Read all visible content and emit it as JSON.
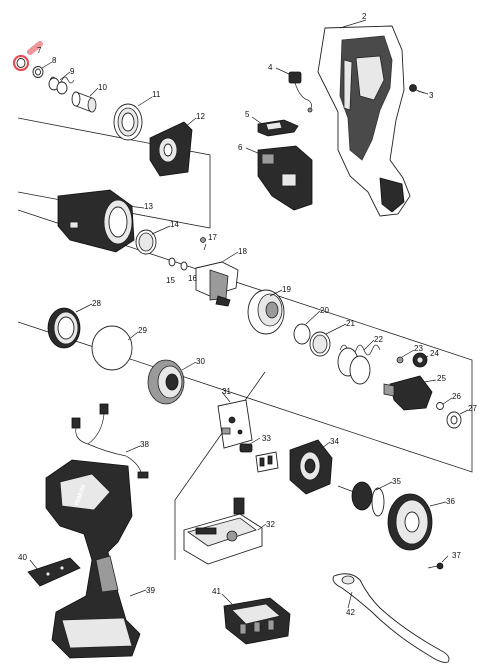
{
  "highlight_color": "#e0303a",
  "labels": [
    "2",
    "3",
    "4",
    "5",
    "6",
    "7",
    "8",
    "9",
    "10",
    "11",
    "12",
    "13",
    "14",
    "15",
    "16",
    "17",
    "18",
    "19",
    "20",
    "21",
    "22",
    "23",
    "24",
    "25",
    "26",
    "27",
    "28",
    "29",
    "30",
    "31",
    "32",
    "33",
    "34",
    "35",
    "36",
    "37",
    "38",
    "39",
    "40",
    "41",
    "42"
  ],
  "logo_text": "makita",
  "highlighted_part": "7"
}
